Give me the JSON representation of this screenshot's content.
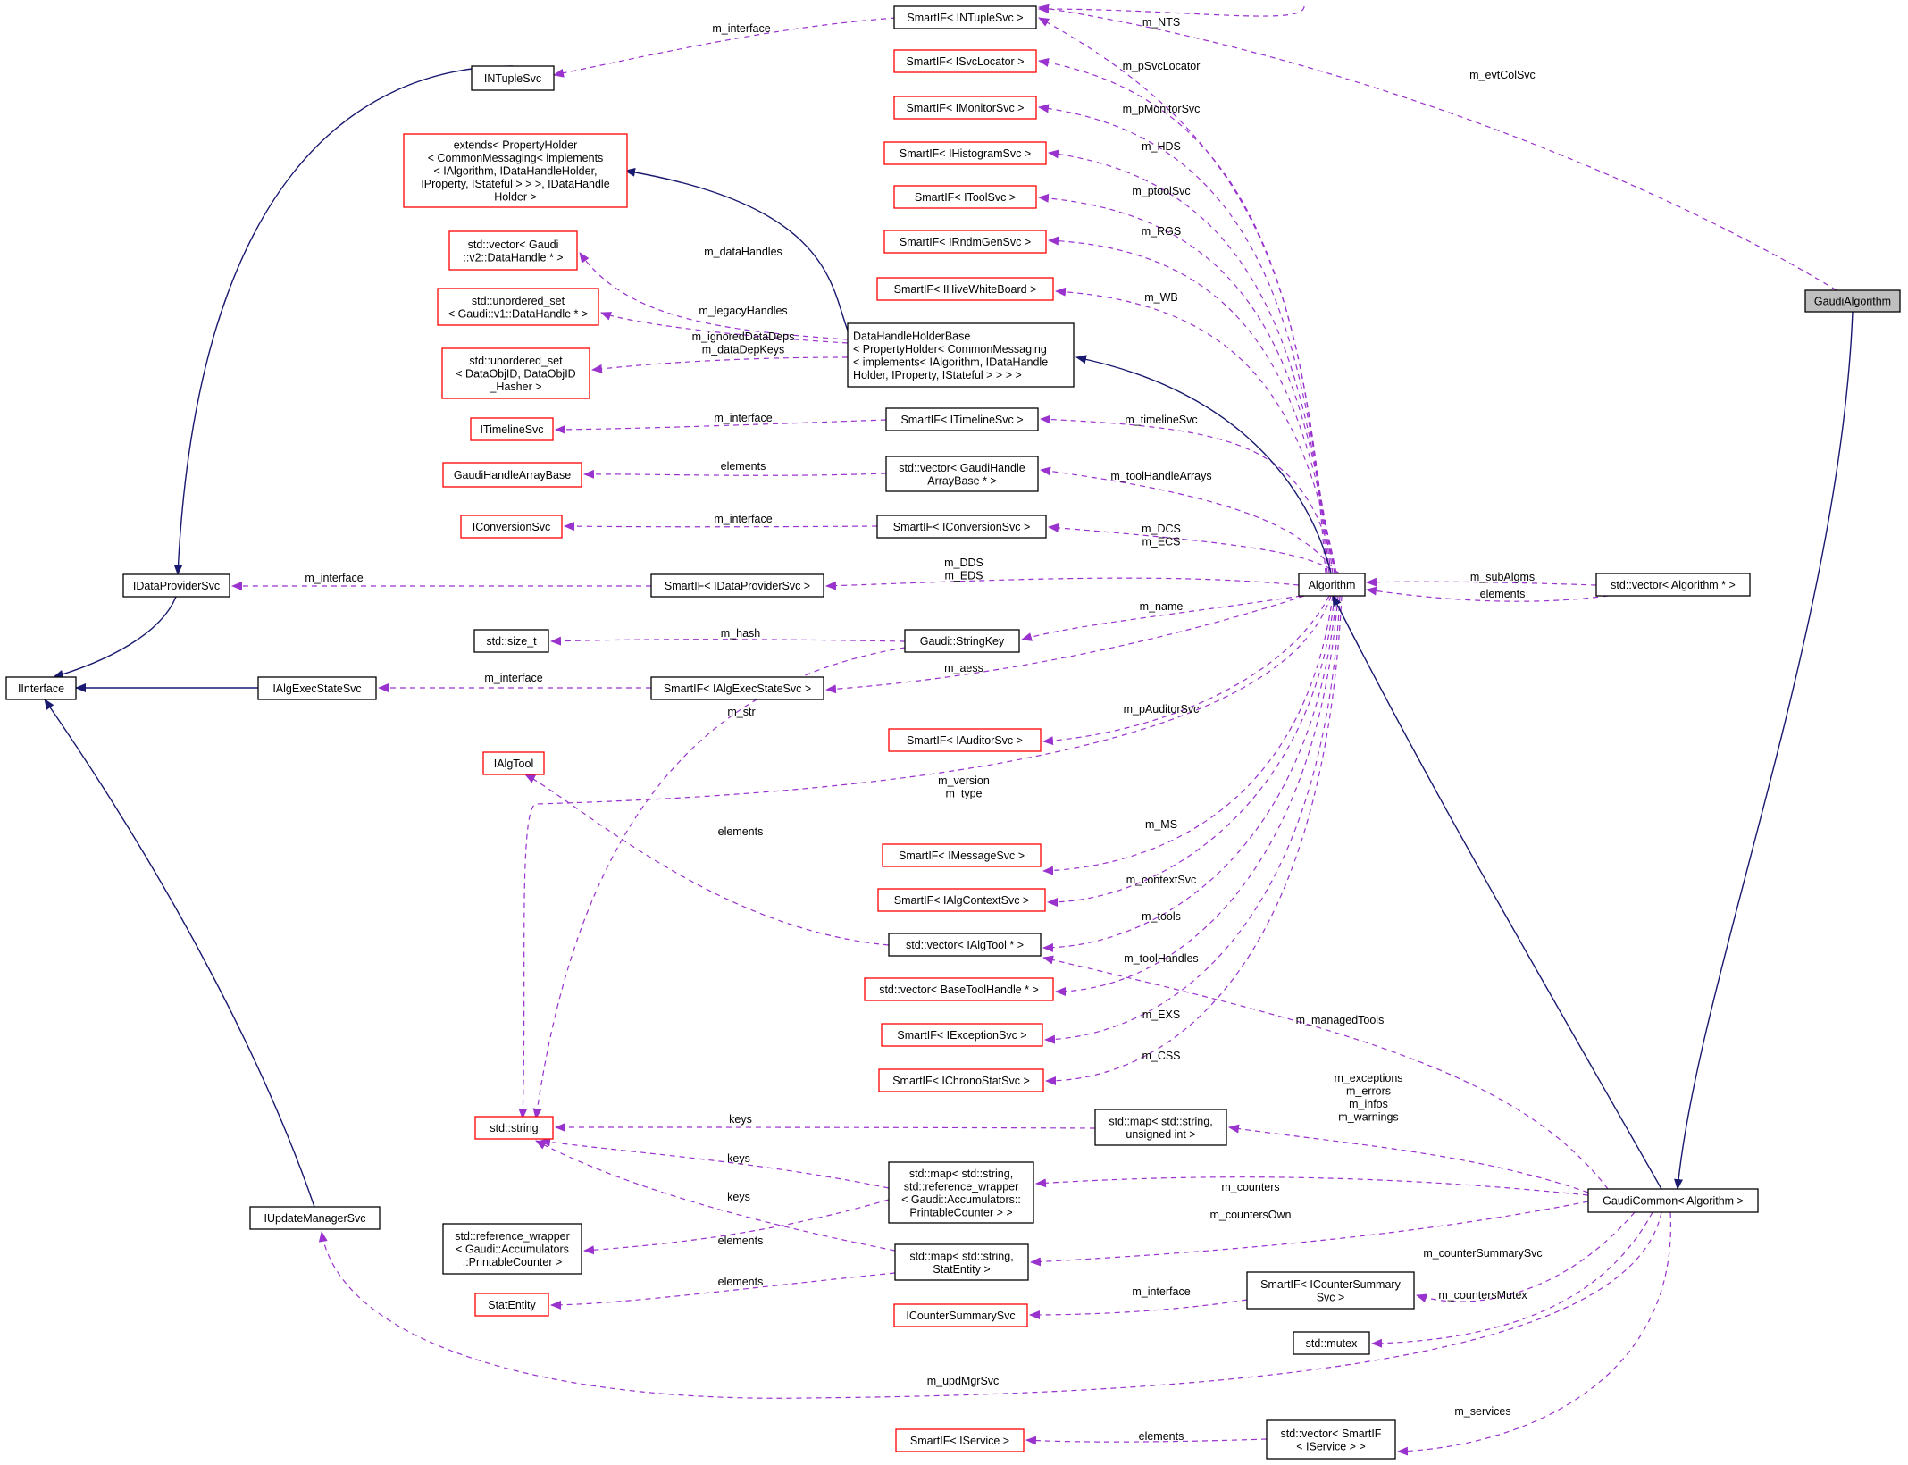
{
  "nodes": [
    {
      "id": "n_gaudialg",
      "label": [
        "GaudiAlgorithm"
      ],
      "border": "black",
      "fill": "#bfbfbf"
    },
    {
      "id": "n_intuple_sif",
      "label": [
        "SmartIF< INTupleSvc >"
      ],
      "border": "black"
    },
    {
      "id": "n_isvcloc_sif",
      "label": [
        "SmartIF< ISvcLocator >"
      ],
      "border": "red"
    },
    {
      "id": "n_imon_sif",
      "label": [
        "SmartIF< IMonitorSvc >"
      ],
      "border": "red"
    },
    {
      "id": "n_ihist_sif",
      "label": [
        "SmartIF< IHistogramSvc >"
      ],
      "border": "red"
    },
    {
      "id": "n_itool_sif",
      "label": [
        "SmartIF< IToolSvc >"
      ],
      "border": "red"
    },
    {
      "id": "n_irndm_sif",
      "label": [
        "SmartIF< IRndmGenSvc >"
      ],
      "border": "red"
    },
    {
      "id": "n_ihive_sif",
      "label": [
        "SmartIF< IHiveWhiteBoard >"
      ],
      "border": "red"
    },
    {
      "id": "n_intuplesvc",
      "label": [
        "INTupleSvc"
      ],
      "border": "black"
    },
    {
      "id": "n_extends",
      "label": [
        "extends< PropertyHolder",
        "< CommonMessaging< implements",
        "< IAlgorithm, IDataHandleHolder,",
        "IProperty, IStateful > > >, IDataHandle",
        "Holder >"
      ],
      "border": "red"
    },
    {
      "id": "n_vec_dh",
      "label": [
        "std::vector< Gaudi",
        "::v2::DataHandle * >"
      ],
      "border": "red"
    },
    {
      "id": "n_uset_dh",
      "label": [
        "std::unordered_set",
        "< Gaudi::v1::DataHandle * >"
      ],
      "border": "red"
    },
    {
      "id": "n_uset_doid",
      "label": [
        "std::unordered_set",
        "< DataObjID, DataObjID",
        "_Hasher >"
      ],
      "border": "red"
    },
    {
      "id": "n_dhhb",
      "label": [
        "DataHandleHolderBase",
        "< PropertyHolder< CommonMessaging",
        "< implements< IAlgorithm, IDataHandle",
        "Holder, IProperty, IStateful > > > >"
      ],
      "border": "black",
      "align": "left"
    },
    {
      "id": "n_itimeline",
      "label": [
        "ITimelineSvc"
      ],
      "border": "red"
    },
    {
      "id": "n_itimeline_sif",
      "label": [
        "SmartIF< ITimelineSvc >"
      ],
      "border": "black"
    },
    {
      "id": "n_ghab",
      "label": [
        "GaudiHandleArrayBase"
      ],
      "border": "red"
    },
    {
      "id": "n_vec_ghab",
      "label": [
        "std::vector< GaudiHandle",
        "ArrayBase * >"
      ],
      "border": "black"
    },
    {
      "id": "n_iconv",
      "label": [
        "IConversionSvc"
      ],
      "border": "red"
    },
    {
      "id": "n_iconv_sif",
      "label": [
        "SmartIF< IConversionSvc >"
      ],
      "border": "black"
    },
    {
      "id": "n_idp",
      "label": [
        "IDataProviderSvc"
      ],
      "border": "black"
    },
    {
      "id": "n_idp_sif",
      "label": [
        "SmartIF< IDataProviderSvc >"
      ],
      "border": "black"
    },
    {
      "id": "n_algorithm",
      "label": [
        "Algorithm"
      ],
      "border": "black"
    },
    {
      "id": "n_vec_alg",
      "label": [
        "std::vector< Algorithm * >"
      ],
      "border": "black"
    },
    {
      "id": "n_sizet",
      "label": [
        "std::size_t"
      ],
      "border": "black"
    },
    {
      "id": "n_strkey",
      "label": [
        "Gaudi::StringKey"
      ],
      "border": "black"
    },
    {
      "id": "n_iinterface",
      "label": [
        "IInterface"
      ],
      "border": "black"
    },
    {
      "id": "n_iaes",
      "label": [
        "IAlgExecStateSvc"
      ],
      "border": "black"
    },
    {
      "id": "n_iaes_sif",
      "label": [
        "SmartIF< IAlgExecStateSvc >"
      ],
      "border": "black"
    },
    {
      "id": "n_iaud_sif",
      "label": [
        "SmartIF< IAuditorSvc >"
      ],
      "border": "red"
    },
    {
      "id": "n_ialgtool",
      "label": [
        "IAlgTool"
      ],
      "border": "red"
    },
    {
      "id": "n_imsg_sif",
      "label": [
        "SmartIF< IMessageSvc >"
      ],
      "border": "red"
    },
    {
      "id": "n_ictx_sif",
      "label": [
        "SmartIF< IAlgContextSvc >"
      ],
      "border": "red"
    },
    {
      "id": "n_vec_algtool",
      "label": [
        "std::vector< IAlgTool * >"
      ],
      "border": "black"
    },
    {
      "id": "n_vec_bth",
      "label": [
        "std::vector< BaseToolHandle * >"
      ],
      "border": "red"
    },
    {
      "id": "n_iexc_sif",
      "label": [
        "SmartIF< IExceptionSvc >"
      ],
      "border": "red"
    },
    {
      "id": "n_ichrono_sif",
      "label": [
        "SmartIF< IChronoStatSvc >"
      ],
      "border": "red"
    },
    {
      "id": "n_string",
      "label": [
        "std::string"
      ],
      "border": "red"
    },
    {
      "id": "n_map_uint",
      "label": [
        "std::map< std::string,",
        "unsigned int >"
      ],
      "border": "black"
    },
    {
      "id": "n_map_pc",
      "label": [
        "std::map< std::string,",
        "std::reference_wrapper",
        "< Gaudi::Accumulators::",
        "PrintableCounter > >"
      ],
      "border": "black"
    },
    {
      "id": "n_iupd",
      "label": [
        "IUpdateManagerSvc"
      ],
      "border": "black"
    },
    {
      "id": "n_gc",
      "label": [
        "GaudiCommon< Algorithm >"
      ],
      "border": "black"
    },
    {
      "id": "n_refwrap",
      "label": [
        "std::reference_wrapper",
        "< Gaudi::Accumulators",
        "::PrintableCounter >"
      ],
      "border": "black"
    },
    {
      "id": "n_map_se",
      "label": [
        "std::map< std::string,",
        "StatEntity >"
      ],
      "border": "black"
    },
    {
      "id": "n_statentity",
      "label": [
        "StatEntity"
      ],
      "border": "red"
    },
    {
      "id": "n_icsum",
      "label": [
        "ICounterSummarySvc"
      ],
      "border": "red"
    },
    {
      "id": "n_icsum_sif",
      "label": [
        "SmartIF< ICounterSummary",
        "Svc >"
      ],
      "border": "black"
    },
    {
      "id": "n_mutex",
      "label": [
        "std::mutex"
      ],
      "border": "black"
    },
    {
      "id": "n_iservice_sif",
      "label": [
        "SmartIF< IService >"
      ],
      "border": "red"
    },
    {
      "id": "n_vec_service",
      "label": [
        "std::vector< SmartIF",
        "< IService > >"
      ],
      "border": "black"
    }
  ],
  "edge_labels": [
    [
      "m_interface"
    ],
    [
      "m_NTS"
    ],
    [
      "m_evtColSvc"
    ],
    [
      "m_pSvcLocator"
    ],
    [
      "m_pMonitorSvc"
    ],
    [
      "m_HDS"
    ],
    [
      "m_ptoolSvc"
    ],
    [
      "m_RGS"
    ],
    [
      "m_dataHandles"
    ],
    [
      "m_WB"
    ],
    [
      "m_legacyHandles"
    ],
    [
      "m_ignoredDataDeps",
      "m_dataDepKeys"
    ],
    [
      "m_interface"
    ],
    [
      "m_timelineSvc"
    ],
    [
      "elements"
    ],
    [
      "m_toolHandleArrays"
    ],
    [
      "m_interface"
    ],
    [
      "m_DCS",
      "m_ECS"
    ],
    [
      "m_DDS",
      "m_EDS"
    ],
    [
      "m_interface"
    ],
    [
      "m_subAlgms"
    ],
    [
      "elements"
    ],
    [
      "m_name"
    ],
    [
      "m_hash"
    ],
    [
      "m_interface"
    ],
    [
      "m_aess"
    ],
    [
      "m_str"
    ],
    [
      "m_pAuditorSvc"
    ],
    [
      "m_version",
      "m_type"
    ],
    [
      "elements"
    ],
    [
      "m_MS"
    ],
    [
      "m_contextSvc"
    ],
    [
      "m_tools"
    ],
    [
      "m_toolHandles"
    ],
    [
      "m_managedTools"
    ],
    [
      "m_EXS"
    ],
    [
      "m_CSS"
    ],
    [
      "m_exceptions",
      "m_errors",
      "m_infos",
      "m_warnings"
    ],
    [
      "keys"
    ],
    [
      "keys"
    ],
    [
      "m_counters"
    ],
    [
      "keys"
    ],
    [
      "m_countersOwn"
    ],
    [
      "elements"
    ],
    [
      "m_counterSummarySvc"
    ],
    [
      "elements"
    ],
    [
      "m_interface"
    ],
    [
      "m_countersMutex"
    ],
    [
      "m_updMgrSvc"
    ],
    [
      "elements"
    ],
    [
      "m_services"
    ]
  ],
  "colors": {
    "inheritance": "#191970",
    "usage": "#9a32cd",
    "node_fill": "#ffffff",
    "node_border_black": "#000000",
    "node_border_red": "#ff0000",
    "highlight_fill": "#bfbfbf"
  }
}
